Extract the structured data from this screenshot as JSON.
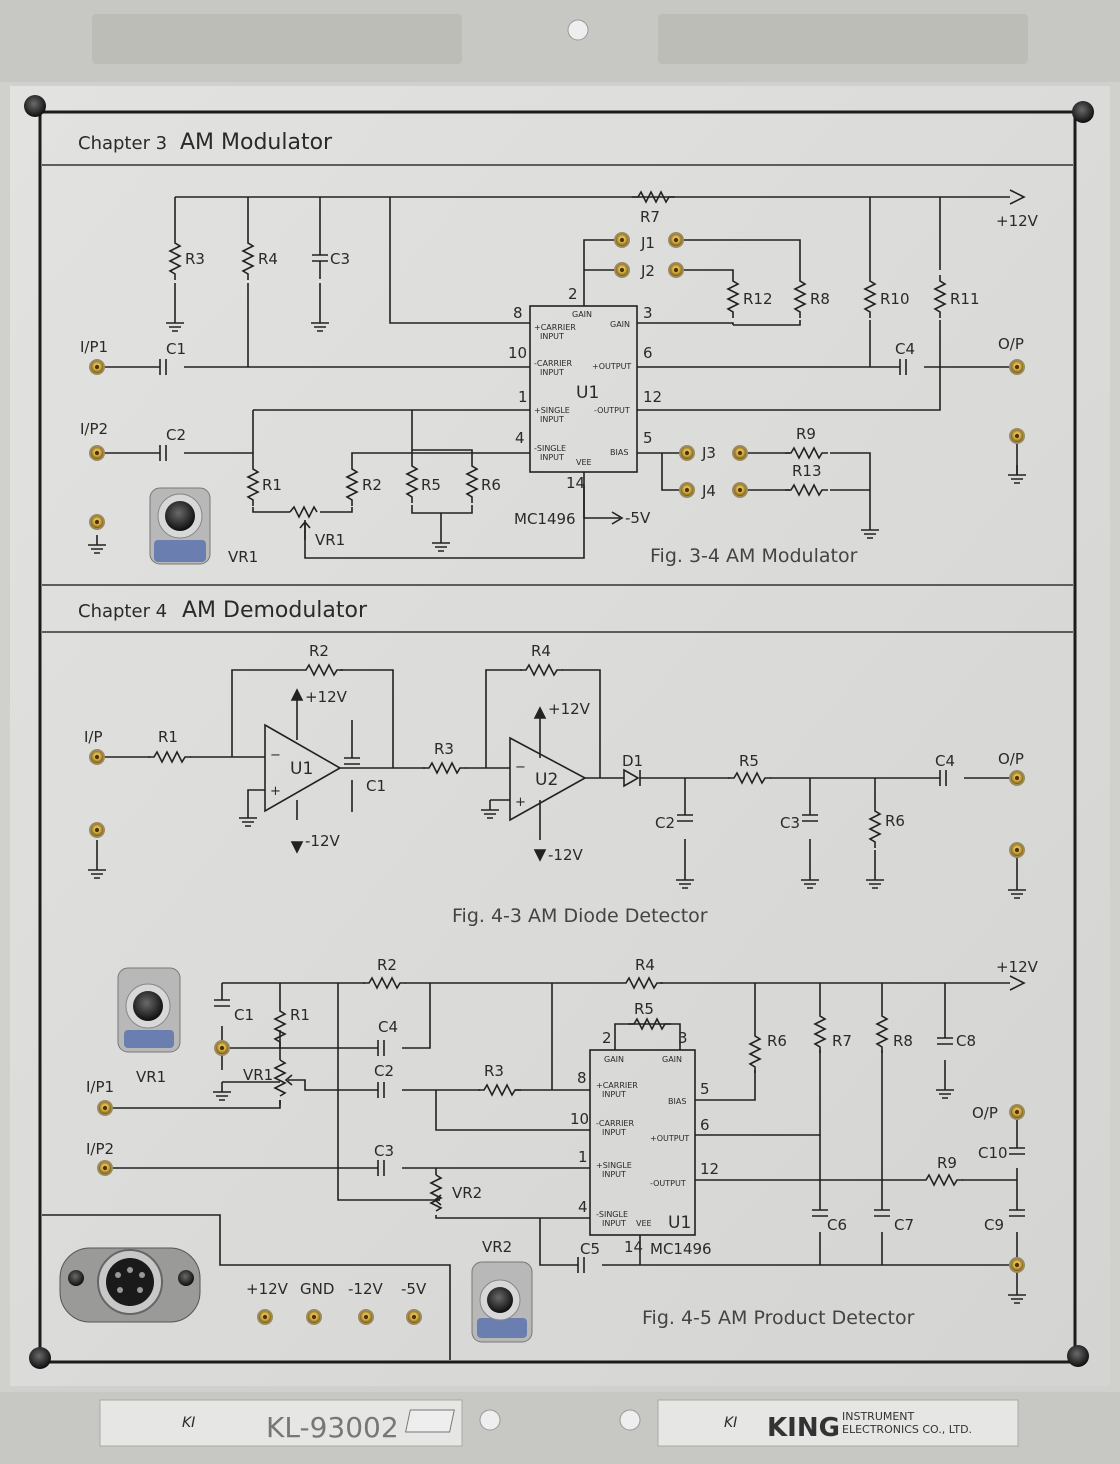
{
  "chapter3": {
    "label": "Chapter 3",
    "title": "AM Modulator",
    "figure": "Fig. 3-4  AM Modulator"
  },
  "chapter4": {
    "label": "Chapter 4",
    "title": "AM Demodulator",
    "figure_diode": "Fig. 4-3  AM Diode Detector",
    "figure_product": "Fig. 4-5  AM Product Detector"
  },
  "modulator": {
    "ports": {
      "ip1": "I/P1",
      "ip2": "I/P2",
      "op": "O/P",
      "vcc": "+12V",
      "vee": "-5V"
    },
    "resistors": [
      "R1",
      "R2",
      "R3",
      "R4",
      "R5",
      "R6",
      "R7",
      "R8",
      "R9",
      "R10",
      "R11",
      "R12",
      "R13"
    ],
    "capacitors": [
      "C1",
      "C2",
      "C3",
      "C4"
    ],
    "jumpers": [
      "J1",
      "J2",
      "J3",
      "J4"
    ],
    "pot": "VR1",
    "pot_knob": "VR1",
    "ic": {
      "name": "U1",
      "part": "MC1496",
      "pins": [
        "8",
        "10",
        "1",
        "4",
        "2",
        "3",
        "6",
        "12",
        "5",
        "14"
      ],
      "pin_labels": {
        "carrier_p": "+CARRIER",
        "carrier_n": "-CARRIER",
        "input": "INPUT",
        "signal_p": "+SINGLE",
        "signal_n": "-SINGLE",
        "gain": "GAIN",
        "out_p": "+OUTPUT",
        "out_n": "-OUTPUT",
        "bias": "BIAS",
        "vee": "VEE"
      }
    }
  },
  "diode_detector": {
    "ports": {
      "ip": "I/P",
      "op": "O/P",
      "vp": "+12V",
      "vn": "-12V"
    },
    "resistors": [
      "R1",
      "R2",
      "R3",
      "R4",
      "R5",
      "R6"
    ],
    "capacitors": [
      "C1",
      "C2",
      "C3",
      "C4"
    ],
    "diode": "D1",
    "opamps": [
      "U1",
      "U2"
    ]
  },
  "product_detector": {
    "ports": {
      "ip1": "I/P1",
      "ip2": "I/P2",
      "op": "O/P",
      "vcc": "+12V"
    },
    "resistors": [
      "R1",
      "R2",
      "R3",
      "R4",
      "R5",
      "R6",
      "R7",
      "R8",
      "R9"
    ],
    "capacitors": [
      "C1",
      "C2",
      "C3",
      "C4",
      "C5",
      "C6",
      "C7",
      "C8",
      "C9",
      "C10"
    ],
    "pots": [
      "VR1",
      "VR2"
    ],
    "pot_knobs": [
      "VR1",
      "VR2"
    ],
    "ic": {
      "name": "U1",
      "part": "MC1496",
      "pins": [
        "2",
        "3",
        "8",
        "10",
        "1",
        "4",
        "5",
        "6",
        "12",
        "14"
      ]
    }
  },
  "power": {
    "labels": [
      "+12V",
      "GND",
      "-12V",
      "-5V"
    ]
  },
  "footer": {
    "model": "KL-93002",
    "logo": "KI",
    "brand": "KING",
    "company_line1": "INSTRUMENT",
    "company_line2": "ELECTRONICS CO., LTD."
  },
  "colors": {
    "panel": "#dcdcdc",
    "frame": "#cbcbc7",
    "ink": "#222222",
    "jack_gold": "#c8a23a"
  }
}
